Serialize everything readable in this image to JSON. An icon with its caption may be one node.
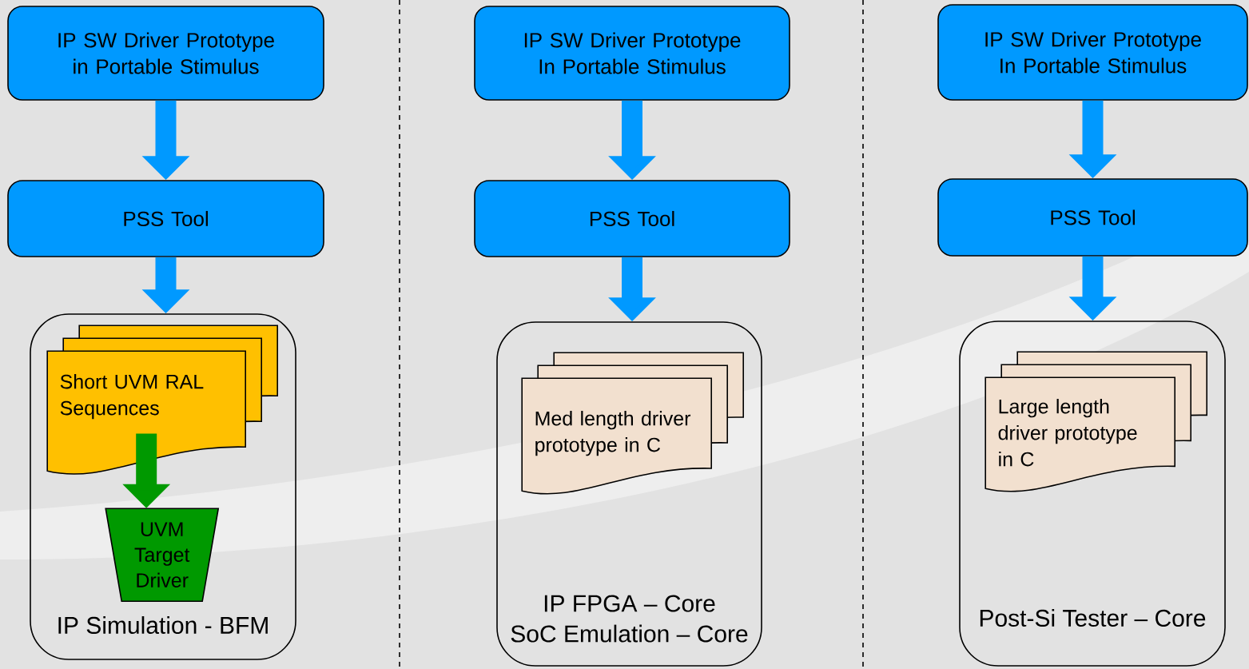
{
  "diagram": {
    "nodes": [
      {
        "text": [
          "IP SW Driver Prototype in Portable Stimulus"
        ]
      },
      {
        "text": [
          "PSS Tool"
        ]
      },
      {
        "text": [
          "IP Simulation - BFM"
        ]
      },
      {
        "text": [
          "Short UVM RAL Sequences"
        ],
        "in": 2
      },
      {
        "text": [
          "UVM Target Driver"
        ],
        "in": 2
      },
      {
        "text": [
          "IP SW Driver Prototype In Portable Stimulus"
        ]
      },
      {
        "text": [
          "PSS Tool"
        ]
      },
      {
        "text": [
          "IP FPGA – Core",
          "SoC Emulation – Core"
        ]
      },
      {
        "text": [
          "Med length driver prototype in C"
        ],
        "in": 7
      },
      {
        "text": [
          "IP SW Driver Prototype In Portable Stimulus"
        ]
      },
      {
        "text": [
          "PSS Tool"
        ]
      },
      {
        "text": [
          "Post-Si Tester – Core"
        ]
      },
      {
        "text": [
          "Large length driver prototype in C"
        ],
        "in": 11
      }
    ],
    "edges": [
      {
        "from": 0,
        "to": 1,
        "arrow": "to"
      },
      {
        "from": 1,
        "to": 2,
        "arrow": "to"
      },
      {
        "from": 3,
        "to": 4,
        "arrow": "to",
        "color": "#009900"
      },
      {
        "from": 5,
        "to": 6,
        "arrow": "to"
      },
      {
        "from": 6,
        "to": 7,
        "arrow": "to"
      },
      {
        "from": 9,
        "to": 10,
        "arrow": "to"
      },
      {
        "from": 10,
        "to": 11,
        "arrow": "to"
      }
    ]
  }
}
